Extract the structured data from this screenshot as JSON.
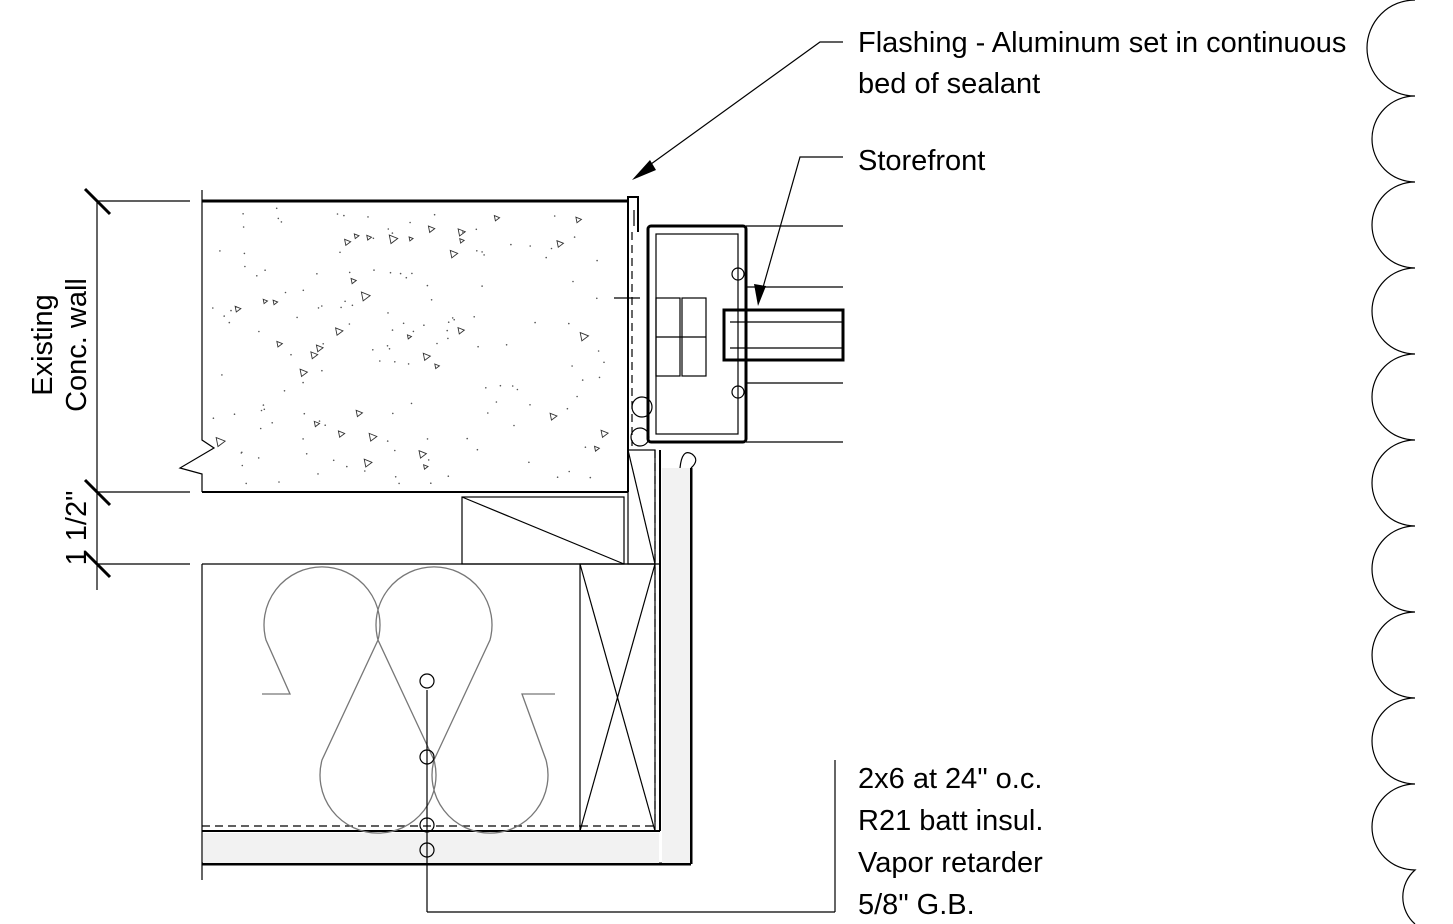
{
  "labels": {
    "flashing_line1": "Flashing - Aluminum set in continuous",
    "flashing_line2": "bed of sealant",
    "storefront": "Storefront",
    "existing_line1": "Existing",
    "existing_line2": "Conc. wall",
    "dim_value": "1 1/2\"",
    "wall_notes": [
      "2x6 at 24\" o.c.",
      "R21 batt insul.",
      "Vapor retarder",
      "5/8\" G.B."
    ]
  },
  "icons": [
    "break-line-icon",
    "batt-insulation-icon",
    "cloud-border-icon",
    "dimension-tick-icon"
  ],
  "colors": {
    "ink": "#000000",
    "insulation": "#777777",
    "paper": "#ffffff"
  }
}
